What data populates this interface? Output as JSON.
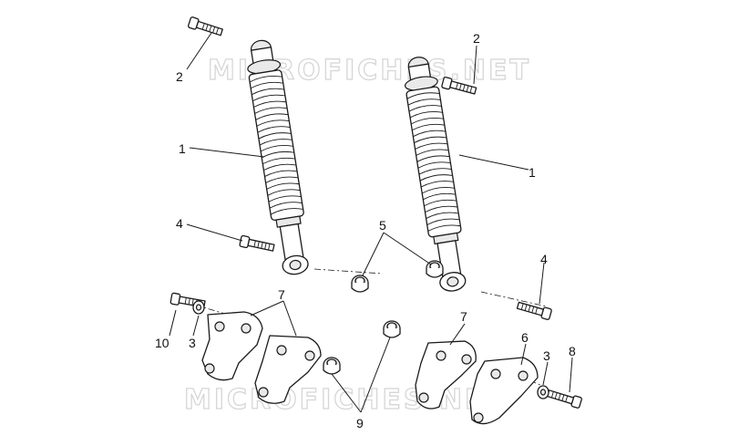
{
  "watermark": "MICROFICHES.NET",
  "callouts": {
    "c1a": "1",
    "c1b": "1",
    "c2a": "2",
    "c2b": "2",
    "c3a": "3",
    "c3b": "3",
    "c4a": "4",
    "c4b": "4",
    "c5": "5",
    "c6": "6",
    "c7a": "7",
    "c7b": "7",
    "c8": "8",
    "c9": "9",
    "c10": "10"
  }
}
